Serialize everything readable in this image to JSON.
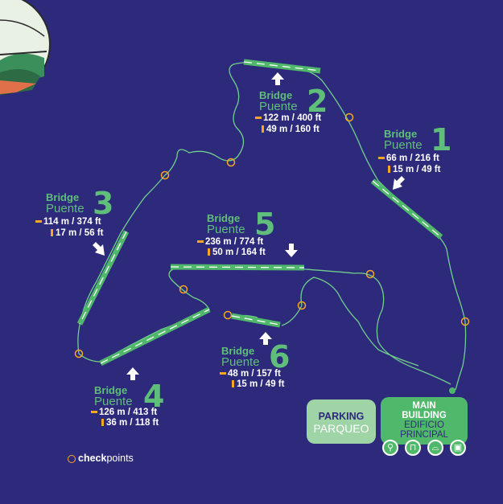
{
  "bridges": [
    {
      "id": "1",
      "en": "Bridge",
      "es": "Puente",
      "num": "1",
      "length": "66 m / 216 ft",
      "height": "15 m / 49 ft"
    },
    {
      "id": "2",
      "en": "Bridge",
      "es": "Puente",
      "num": "2",
      "length": "122 m / 400 ft",
      "height": "49 m / 160 ft"
    },
    {
      "id": "3",
      "en": "Bridge",
      "es": "Puente",
      "num": "3",
      "length": "114 m / 374 ft",
      "height": "17 m / 56 ft"
    },
    {
      "id": "4",
      "en": "Bridge",
      "es": "Puente",
      "num": "4",
      "length": "126 m / 413 ft",
      "height": "36 m / 118 ft"
    },
    {
      "id": "5",
      "en": "Bridge",
      "es": "Puente",
      "num": "5",
      "length": "236 m / 774 ft",
      "height": "50 m / 164 ft"
    },
    {
      "id": "6",
      "en": "Bridge",
      "es": "Puente",
      "num": "6",
      "length": "48 m / 157 ft",
      "height": "15 m / 49 ft"
    }
  ],
  "legend": {
    "bold": "check",
    "rest": "points"
  },
  "parking": {
    "en": "PARKING",
    "es": "PARQUEO"
  },
  "main_building": {
    "en1": "MAIN",
    "en2": "BUILDING",
    "es1": "EDIFICIO",
    "es2": "PRINCIPAL"
  },
  "amenities": [
    {
      "icon": "restroom-icon",
      "glyph": "⚲"
    },
    {
      "icon": "drinks-icon",
      "glyph": "🍶"
    },
    {
      "icon": "food-icon",
      "glyph": "⌓"
    },
    {
      "icon": "gift-icon",
      "glyph": "▣"
    }
  ],
  "colors": {
    "background": "#2e2a7b",
    "bridge": "#4fb86a",
    "trail": "#6fcf8e",
    "checkpoint": "#f5a623",
    "arrow": "#ffffff"
  }
}
